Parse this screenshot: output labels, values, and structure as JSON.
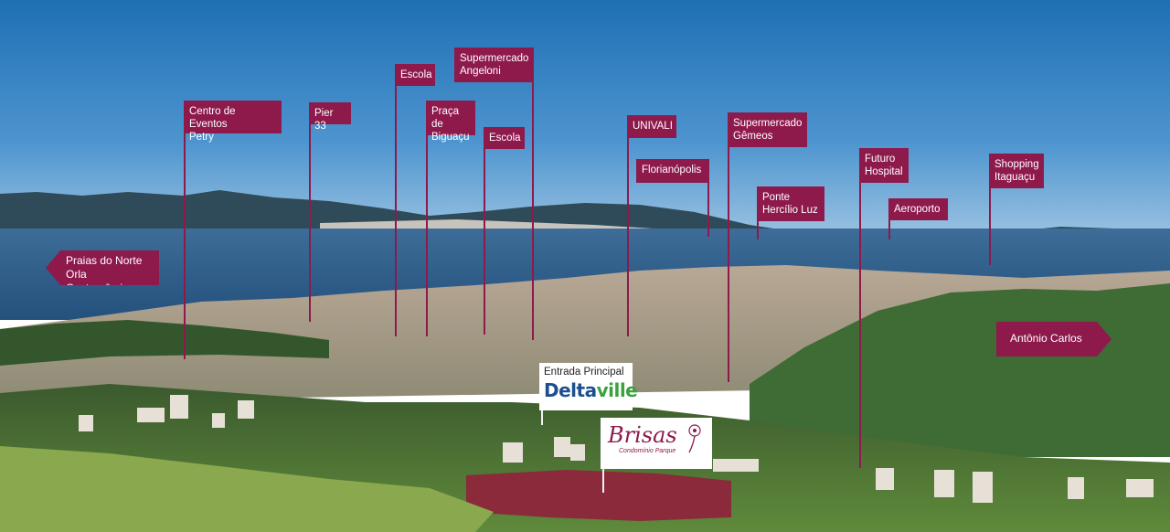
{
  "map": {
    "labels": {
      "centro_eventos": "Centro de Eventos\nPetry",
      "pier33": "Pier 33",
      "escola1": "Escola",
      "praca": "Praça de\nBiguaçu",
      "supermercado_angeloni": "Supermercado\nAngeloni",
      "escola2": "Escola",
      "univali": "UNIVALI",
      "florianopolis": "Florianópolis",
      "supermercado_gemeos": "Supermercado\nGêmeos",
      "ponte": "Ponte\nHercílio Luz",
      "futuro_hospital": "Futuro\nHospital",
      "aeroporto": "Aeroporto",
      "shopping": "Shopping\nItaguaçu"
    },
    "arrows": {
      "praias_norte": "Praias do Norte\nOrla Gastronômica",
      "antonio_carlos": "Antônio Carlos"
    },
    "signs": {
      "entrada_principal": "Entrada Principal",
      "deltaville_a": "Delta",
      "deltaville_b": "ville",
      "brisas": "Brisas",
      "brisas_sub": "Condomínio Parque"
    },
    "colors": {
      "label_bg": "#8e1a4c",
      "sky_top": "#1f6fb4",
      "sea": "#2e5f8e"
    }
  }
}
